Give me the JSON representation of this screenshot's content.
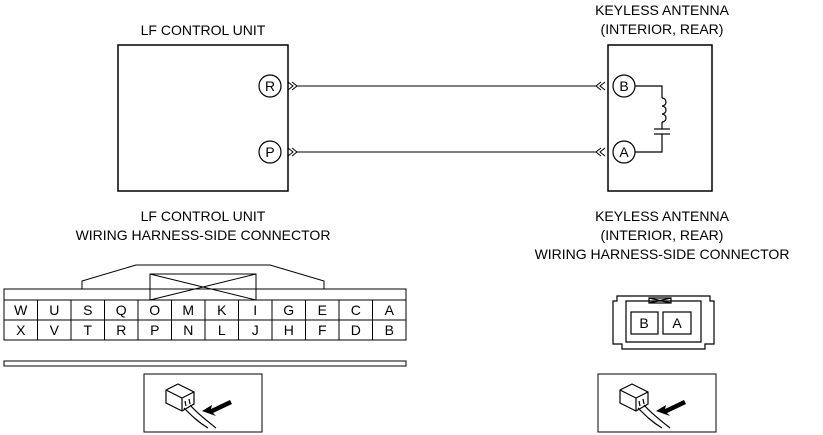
{
  "lf_unit": {
    "title": "LF CONTROL UNIT",
    "terminals": [
      "R",
      "P"
    ]
  },
  "antenna": {
    "title_line1": "KEYLESS ANTENNA",
    "title_line2": "(INTERIOR, REAR)",
    "terminals": [
      "B",
      "A"
    ]
  },
  "lf_connector": {
    "title_line1": "LF CONTROL UNIT",
    "title_line2": "WIRING HARNESS-SIDE CONNECTOR",
    "row1": [
      "W",
      "U",
      "S",
      "Q",
      "O",
      "M",
      "K",
      "I",
      "G",
      "E",
      "C",
      "A"
    ],
    "row2": [
      "X",
      "V",
      "T",
      "R",
      "P",
      "N",
      "L",
      "J",
      "H",
      "F",
      "D",
      "B"
    ]
  },
  "antenna_connector": {
    "title_line1": "KEYLESS ANTENNA",
    "title_line2": "(INTERIOR, REAR)",
    "title_line3": "WIRING HARNESS-SIDE CONNECTOR",
    "cells": [
      "B",
      "A"
    ]
  },
  "icons": [
    "connector-probe-icon",
    "connector-probe-icon"
  ]
}
